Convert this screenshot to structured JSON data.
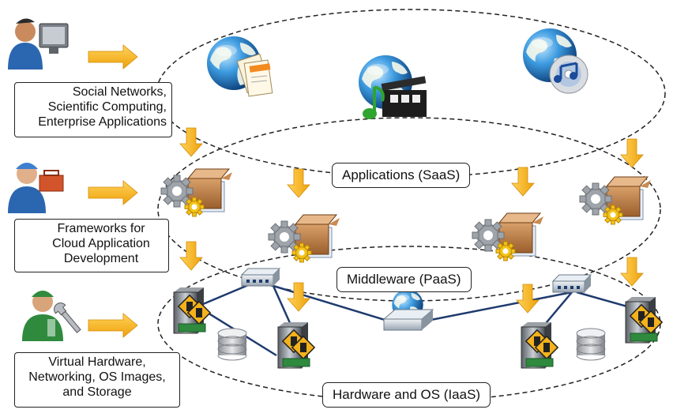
{
  "actors": {
    "top": {
      "line1": "Social Networks,",
      "line2": "Scientific Computing,",
      "line3": "Enterprise Applications"
    },
    "mid": {
      "line1": "Frameworks for",
      "line2": "Cloud Application",
      "line3": "Development"
    },
    "bottom": {
      "line1": "Virtual  Hardware,",
      "line2": "Networking, OS Images,",
      "line3": "and Storage"
    }
  },
  "layers": {
    "saas": "Applications (SaaS)",
    "paas": "Middleware (PaaS)",
    "iaas": "Hardware and OS (IaaS)"
  },
  "colors": {
    "arrow": "#f5b21e",
    "link": "#1f3b6e",
    "ellipse": "#222222",
    "globe": "#2a7fc0"
  },
  "icons": [
    "user-at-computer-icon",
    "developer-toolbox-icon",
    "admin-wrench-icon",
    "globe-email-icon",
    "globe-media-icon",
    "globe-music-cd-icon",
    "gear-box-icon",
    "server-icon",
    "storage-disk-icon",
    "network-switch-icon",
    "router-icon"
  ]
}
